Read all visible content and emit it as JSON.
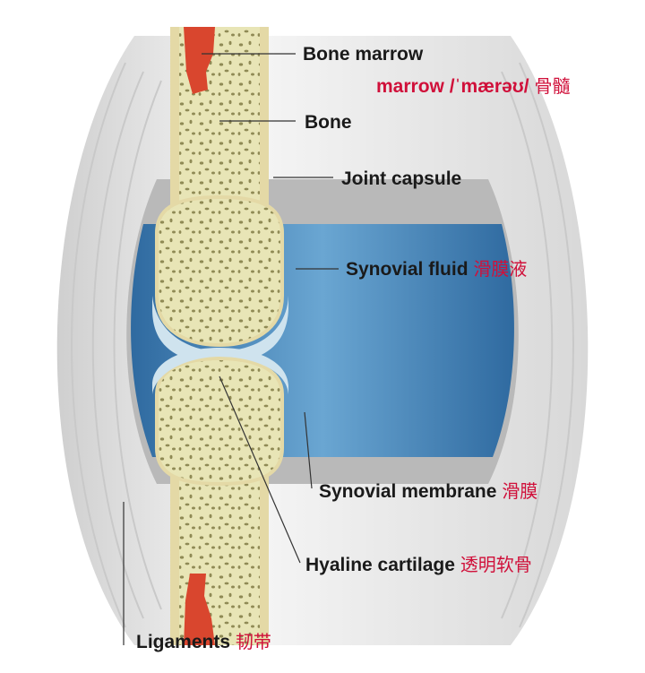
{
  "labels": {
    "bone_marrow": "Bone marrow",
    "marrow_pron": "marrow /ˈmærəʊ/",
    "marrow_cn": "骨髓",
    "bone": "Bone",
    "joint_capsule": "Joint capsule",
    "synovial_fluid": "Synovial fluid",
    "synovial_fluid_cn": "滑膜液",
    "synovial_membrane": "Synovial membrane",
    "synovial_membrane_cn": "滑膜",
    "hyaline_cartilage": "Hyaline cartilage",
    "hyaline_cartilage_cn": "透明软骨",
    "ligaments": "Ligaments",
    "ligaments_cn": "韧带"
  },
  "colors": {
    "bone": "#e9e6b9",
    "marrow": "#d9462e",
    "cartilage": "#cfe3ee",
    "fluid": "#3f7fb4",
    "capsule": "#bdbdbd",
    "ligament": "#f2f2f2",
    "label_accent": "#d0103a"
  }
}
